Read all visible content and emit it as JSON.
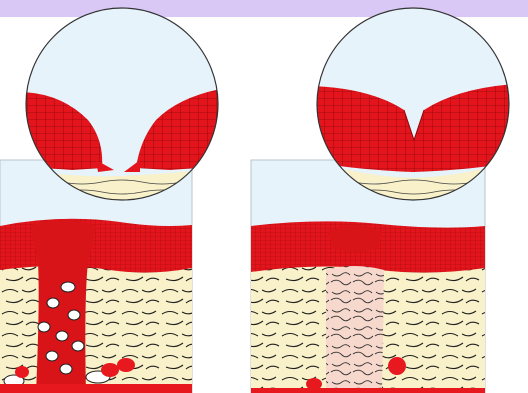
{
  "figure": {
    "panels": [
      {
        "id": "left",
        "depicts": "open-wound"
      },
      {
        "id": "right",
        "depicts": "healing-wound"
      }
    ]
  },
  "colors": {
    "top_band": "#d9c8f5",
    "panel_bg": "#e6f3fb",
    "panel_border": "#b9c3cc",
    "epidermis": "#e3141b",
    "epidermis_dark": "#b50d12",
    "dermis": "#f8f1c9",
    "fiber": "#222222",
    "scab": "#d81419",
    "granulation": "#f7d8cc",
    "blood_cell": "#e8181f",
    "white_cell": "#ffffff"
  }
}
